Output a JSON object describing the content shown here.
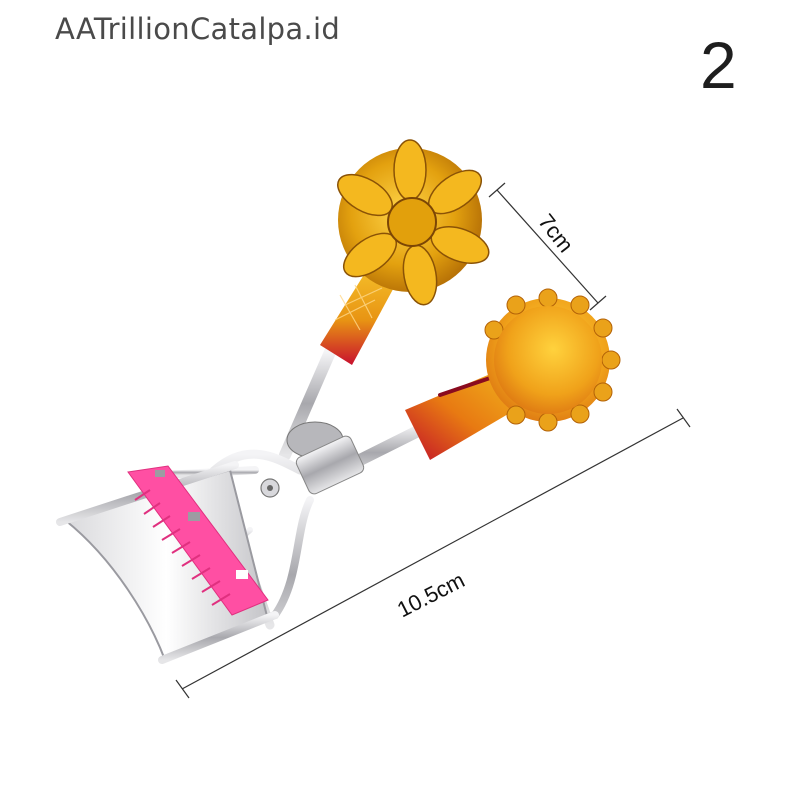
{
  "watermark": {
    "text": "AATrillionCatalpa.id"
  },
  "image_index": {
    "text": "2"
  },
  "product": {
    "description": "Eyelash curler with pink comb attachment and gold-to-red gradient flower-shaped handles",
    "colors": {
      "handle_gold": "#e8a317",
      "handle_red": "#c8102e",
      "comb_pink": "#ff4fa3",
      "metal_silver": "#c9c9cc"
    }
  },
  "dimensions": {
    "height_label": "7cm",
    "length_label": "10.5cm",
    "line_color": "#333333"
  }
}
